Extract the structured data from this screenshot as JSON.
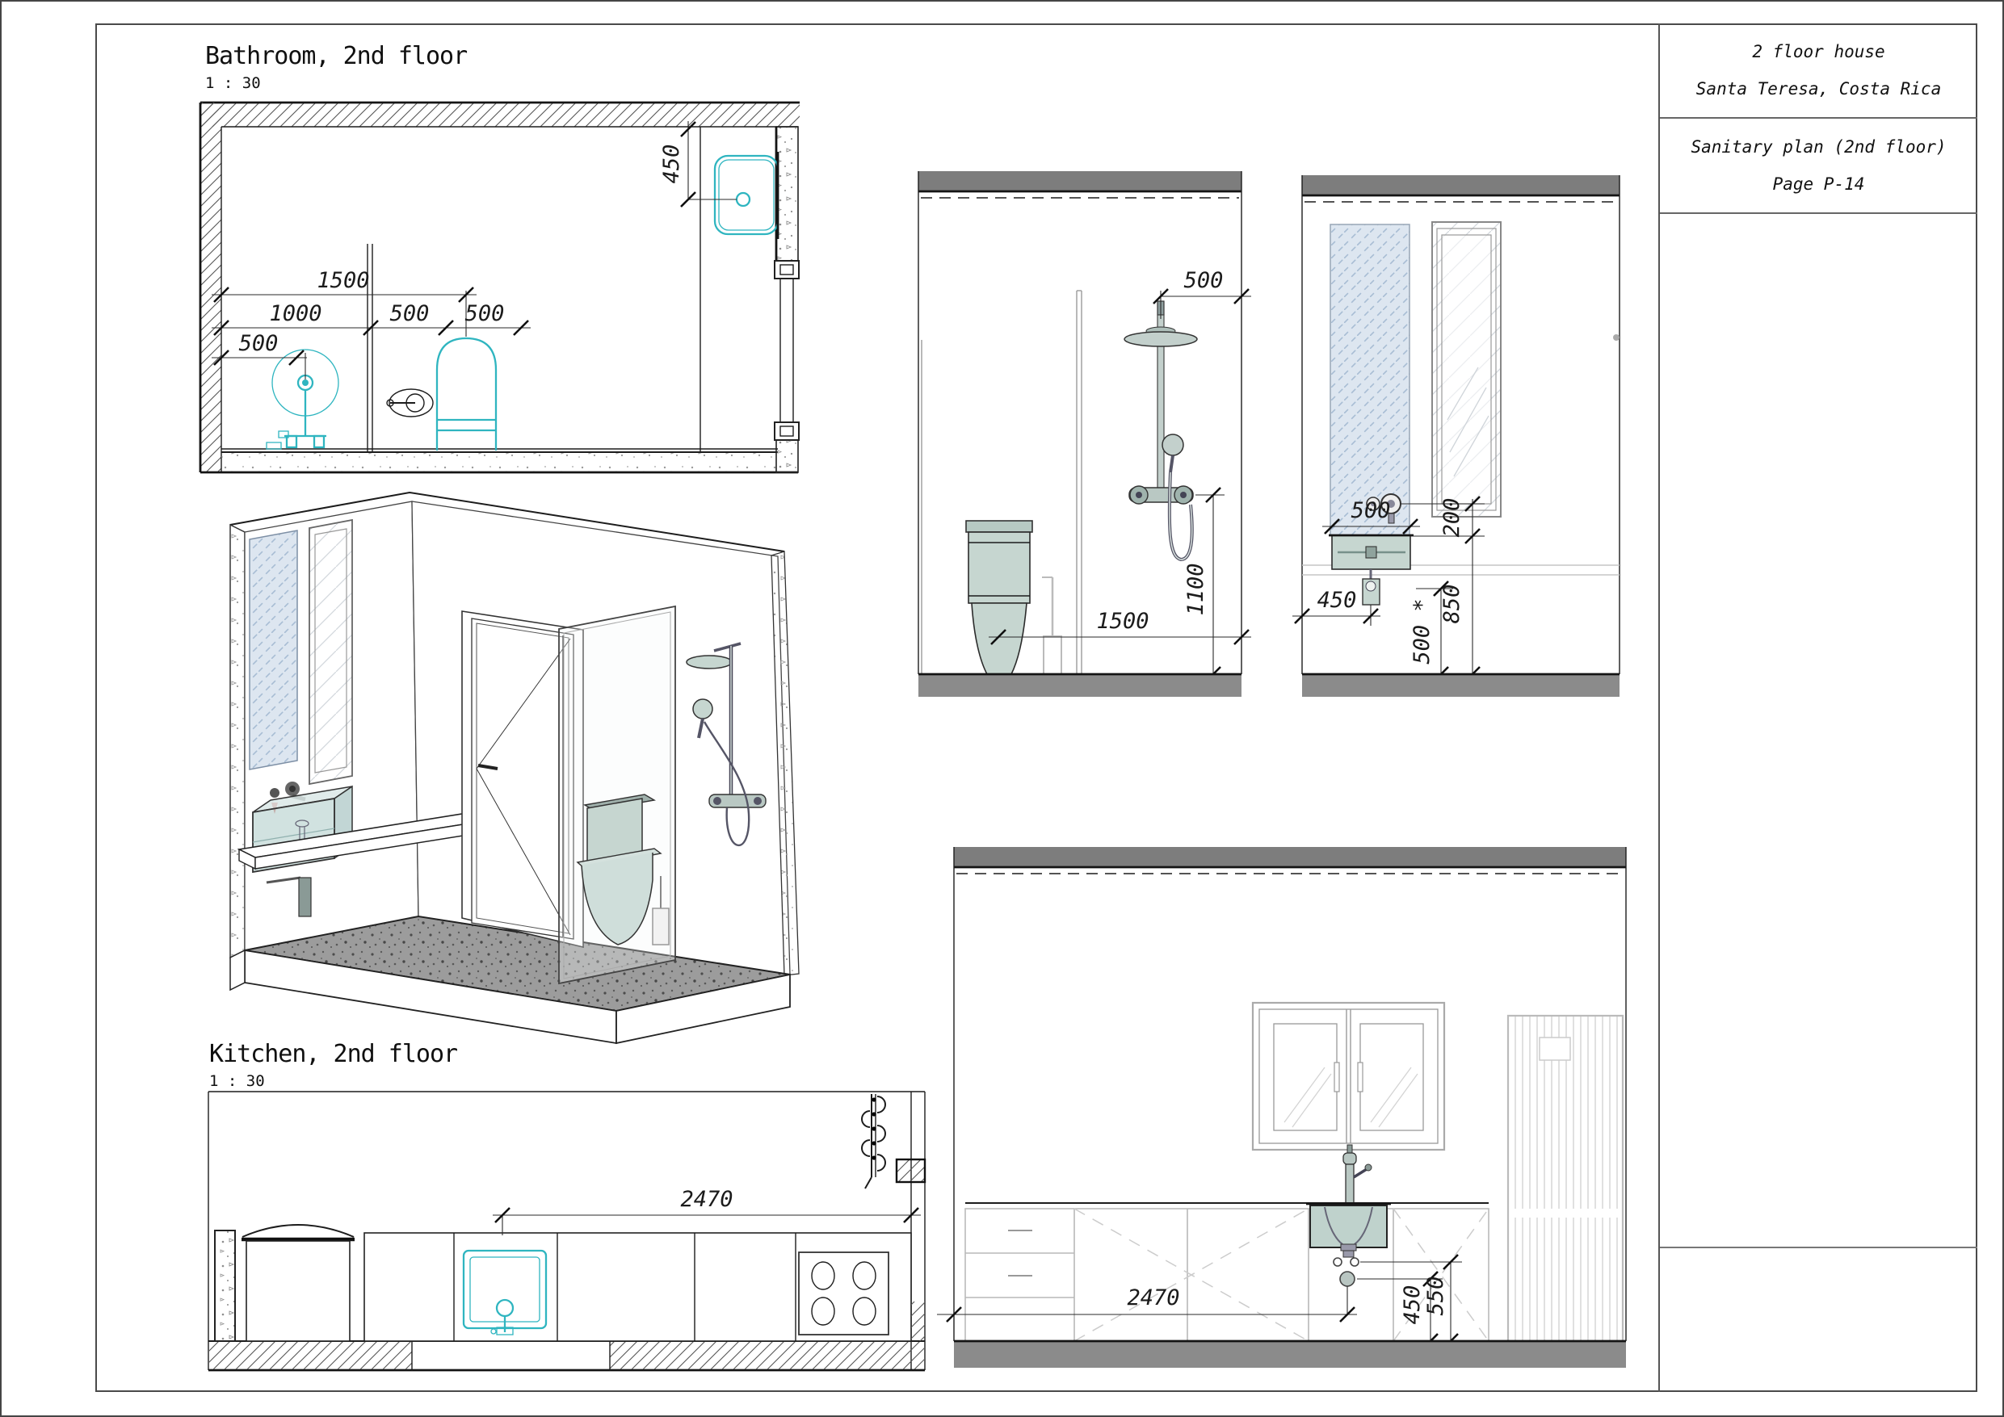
{
  "sheet": {
    "title_block": {
      "project": "2 floor house",
      "location": "Santa Teresa, Costa Rica",
      "sheet_title": "Sanitary plan (2nd floor)",
      "page_label": "Page P-14"
    },
    "views": {
      "bathroom_plan": {
        "title": "Bathroom, 2nd floor",
        "scale": "1 : 30"
      },
      "kitchen_plan": {
        "title": "Kitchen, 2nd floor",
        "scale": "1 : 30"
      }
    }
  },
  "dims": {
    "bathroom_plan": {
      "total": "1500",
      "toilet_axis": "1000",
      "seg_a": "500",
      "seg_b": "500",
      "shower_axis": "500",
      "sink_offset": "450"
    },
    "shower_elevation": {
      "head_offset": "500",
      "span": "1500",
      "mixer_height": "1100"
    },
    "vanity_elevation": {
      "sink_width": "500",
      "mirror_gap": "200",
      "drain_offset": "450",
      "rim_height": "850",
      "drain_height": "500 *"
    },
    "kitchen_plan": {
      "counter": "2470"
    },
    "kitchen_elevation": {
      "counter": "2470",
      "drain_height": "450",
      "supply_height": "550"
    }
  },
  "colors": {
    "fixture_teal": "#2fb5c0",
    "fixture_sage": "#c6d6d0",
    "ceiling_gray": "#7d7d7d",
    "floor_gray": "#8b8b8b",
    "window_blue": "#dde6f0"
  }
}
